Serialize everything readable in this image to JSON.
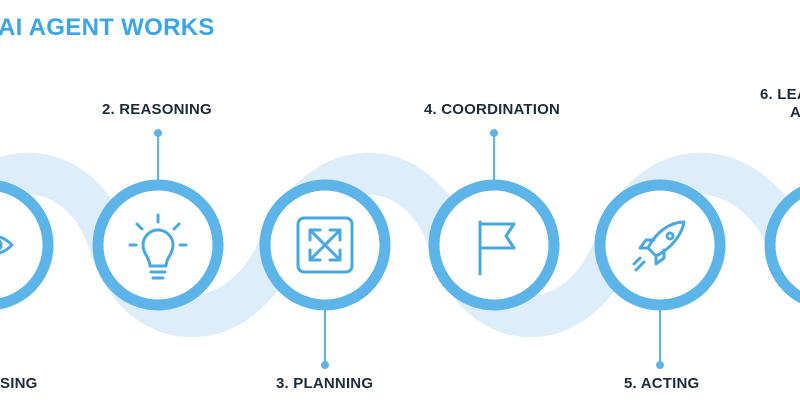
{
  "title": "AI AGENT WORKS",
  "steps": [
    {
      "label": "SING",
      "icon": "eye-icon"
    },
    {
      "label": "2. REASONING",
      "icon": "lightbulb-icon"
    },
    {
      "label": "3. PLANNING",
      "icon": "expand-arrows-icon"
    },
    {
      "label": "4. COORDINATION",
      "icon": "flag-icon"
    },
    {
      "label": "5. ACTING",
      "icon": "rocket-icon"
    },
    {
      "label_line1": "6. LEA",
      "label_line2": "A",
      "icon": "unknown-icon"
    }
  ],
  "colors": {
    "ring": "#5cb4e8",
    "track": "#ddeefa",
    "icon": "#4aa8e0",
    "connector": "#5cb4e8",
    "title": "#3aa6e4",
    "label": "#1e2b3a"
  }
}
